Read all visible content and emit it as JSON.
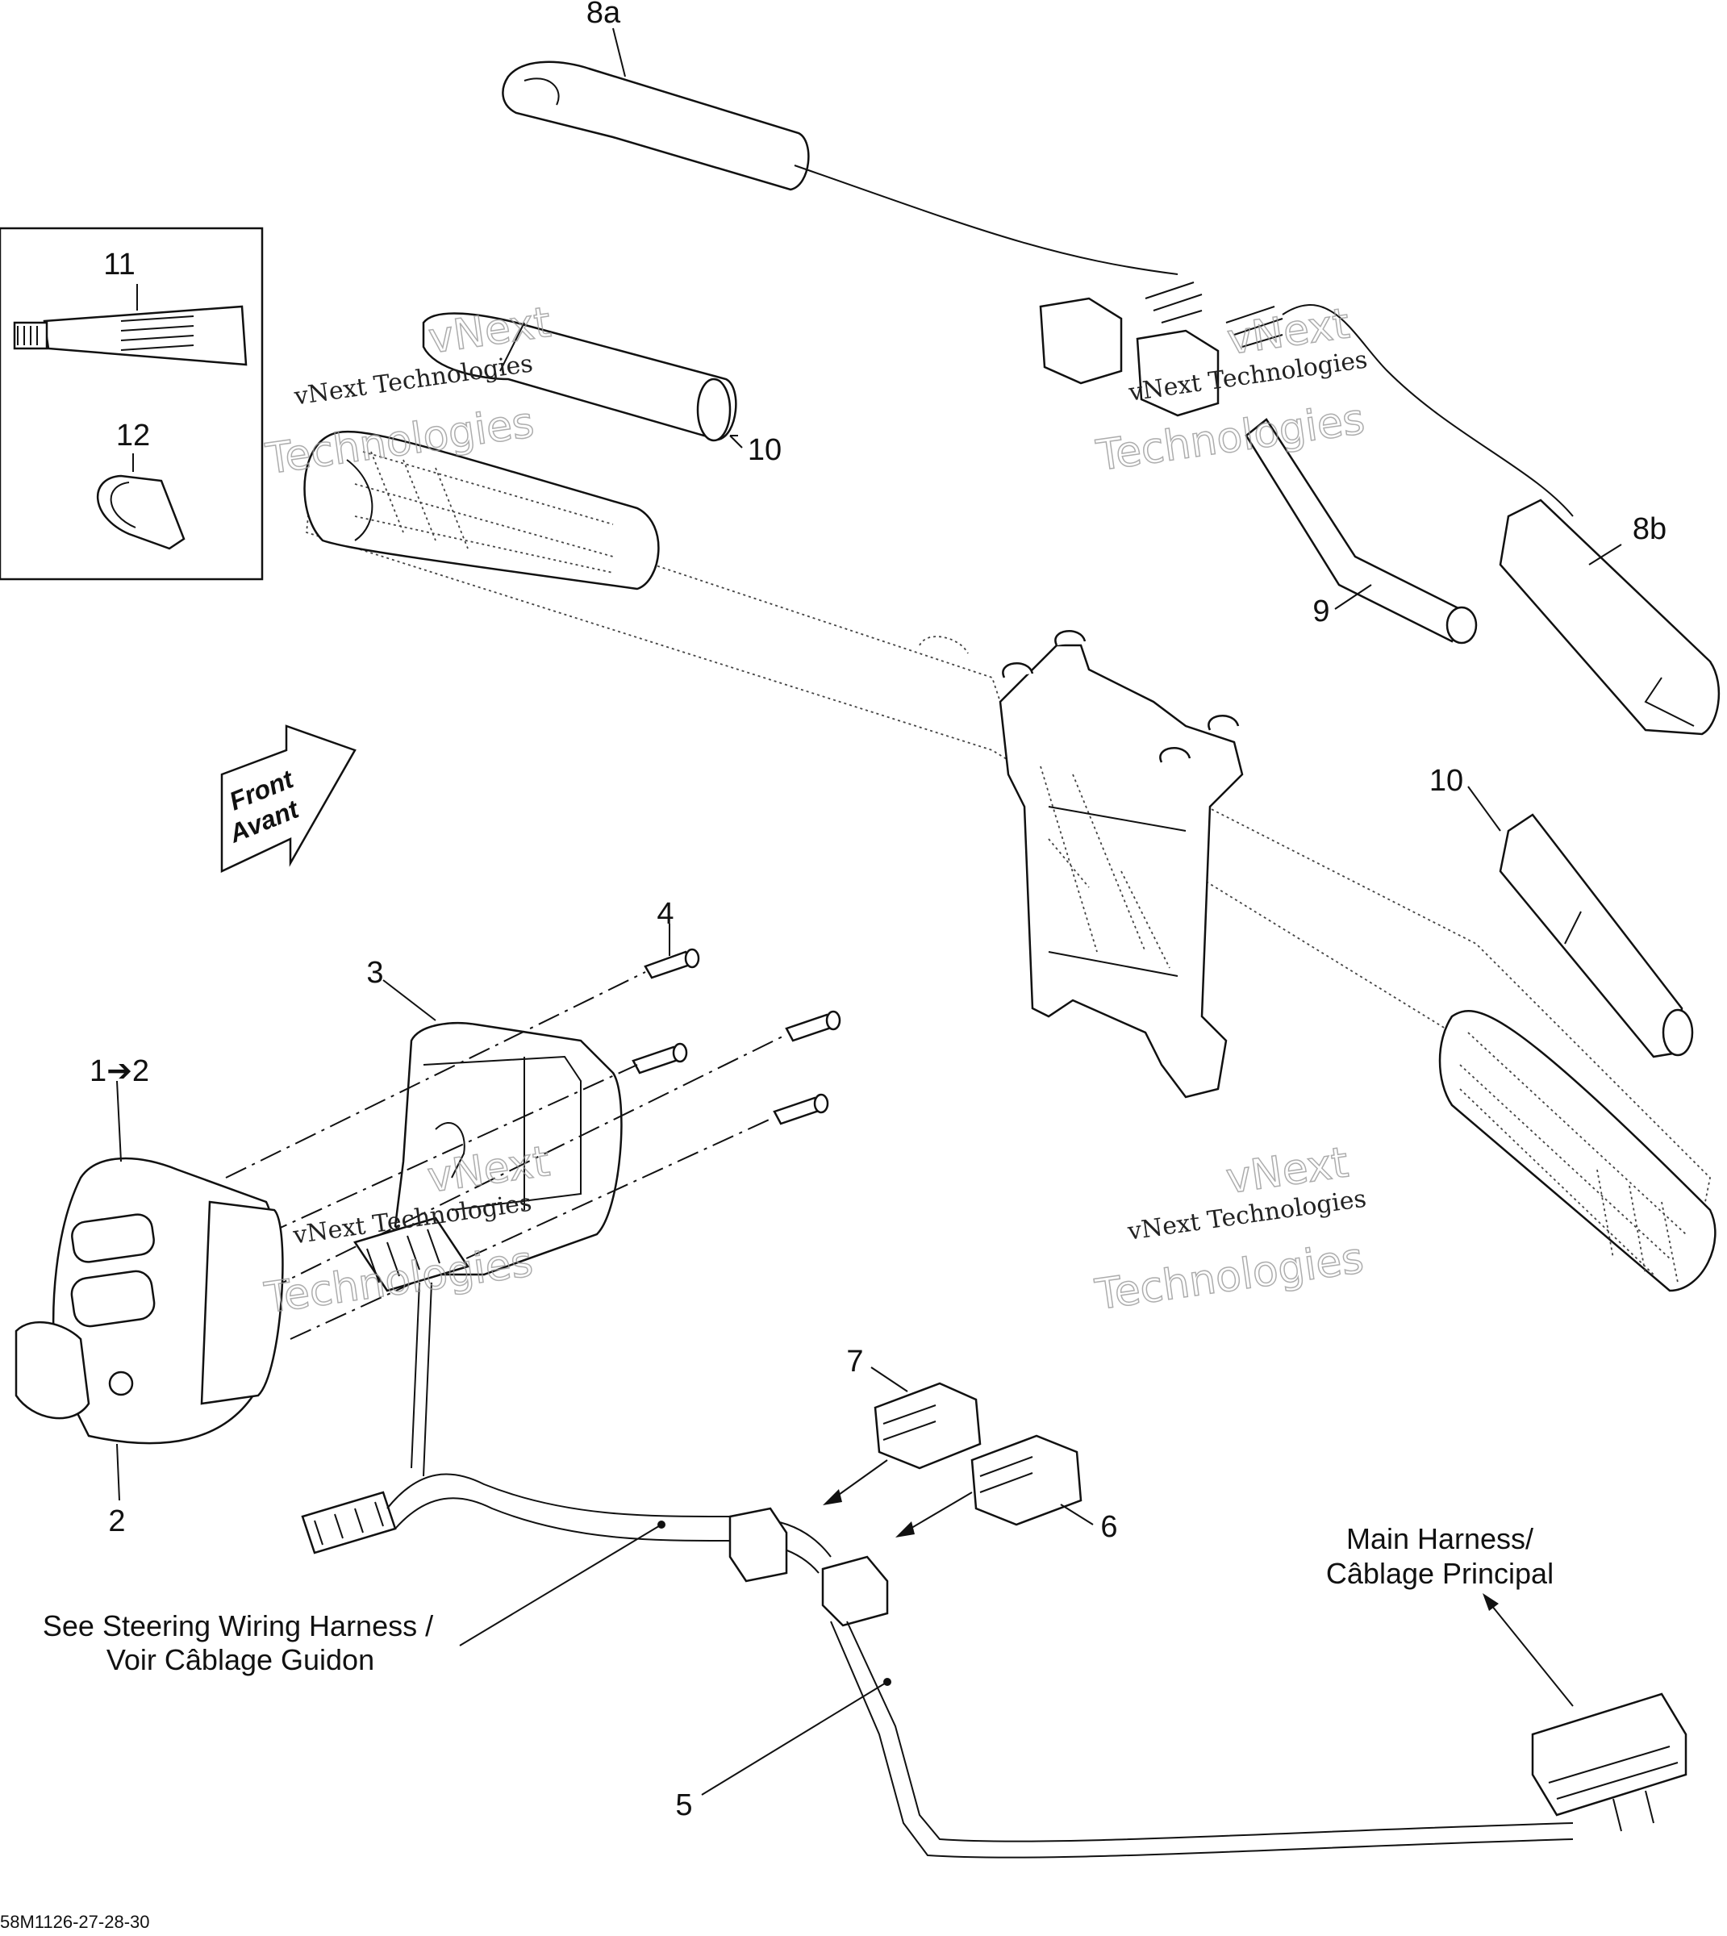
{
  "labels": {
    "part_8a": "8a",
    "part_8b": "8b",
    "part_11": "11",
    "part_12": "12",
    "part_10_top": "10",
    "part_10_right": "10",
    "part_9": "9",
    "part_4": "4",
    "part_3": "3",
    "part_1_2": "1➔2",
    "part_2": "2",
    "part_7": "7",
    "part_6": "6",
    "part_5": "5"
  },
  "direction_arrow": {
    "line1": "Front",
    "line2": "Avant"
  },
  "notes": {
    "main_harness_line1": "Main Harness/",
    "main_harness_line2": "Câblage Principal",
    "steering_line1": "See Steering Wiring Harness /",
    "steering_line2": "Voir Câblage Guidon"
  },
  "watermark": {
    "line1": "vNext Technologies",
    "line2": "vNext",
    "line3": "Technologies"
  },
  "reference_code": "58M1126-27-28-30"
}
